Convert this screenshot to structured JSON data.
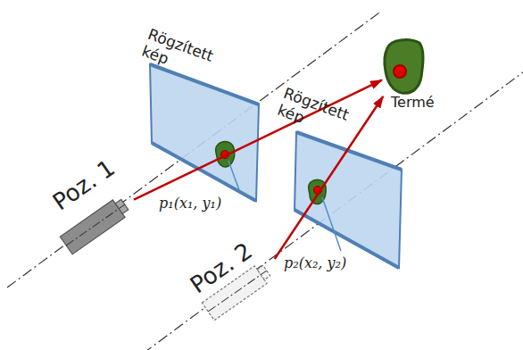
{
  "diagram": {
    "nodes": [
      {
        "text": [
          "Poz. 1"
        ]
      },
      {
        "text": [
          "Poz. 2"
        ]
      },
      {
        "text": [
          "Termé"
        ]
      }
    ],
    "edges": [
      {
        "from": 0,
        "to": 2,
        "arrow": "to"
      },
      {
        "from": 1,
        "to": 2,
        "arrow": "to"
      }
    ],
    "labels": [
      "Rögzített kép",
      "p₁(x₁, y₁)",
      "Rögzített kép",
      "p₂(x₂, y₂)"
    ]
  }
}
